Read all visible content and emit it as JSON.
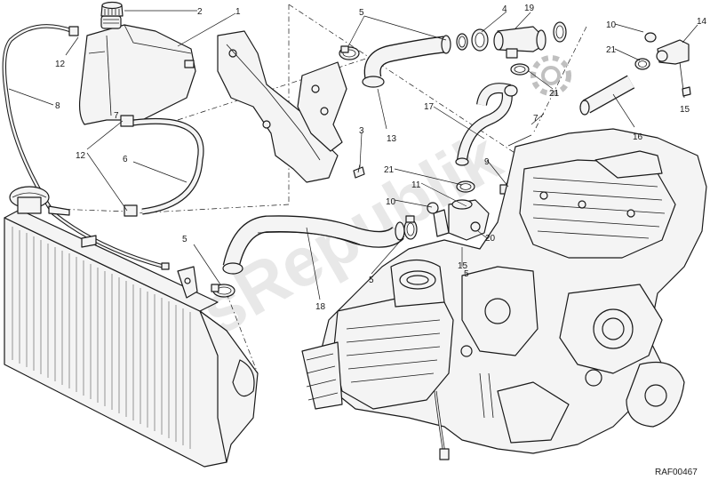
{
  "watermark": "PartsRepublik",
  "drawing_code": "RAF00467",
  "callouts": [
    "1",
    "2",
    "3",
    "4",
    "5",
    "5",
    "5",
    "5",
    "6",
    "7",
    "7",
    "8",
    "9",
    "10",
    "10",
    "11",
    "12",
    "12",
    "13",
    "14",
    "15",
    "15",
    "16",
    "17",
    "18",
    "19",
    "20",
    "21",
    "21",
    "21"
  ]
}
